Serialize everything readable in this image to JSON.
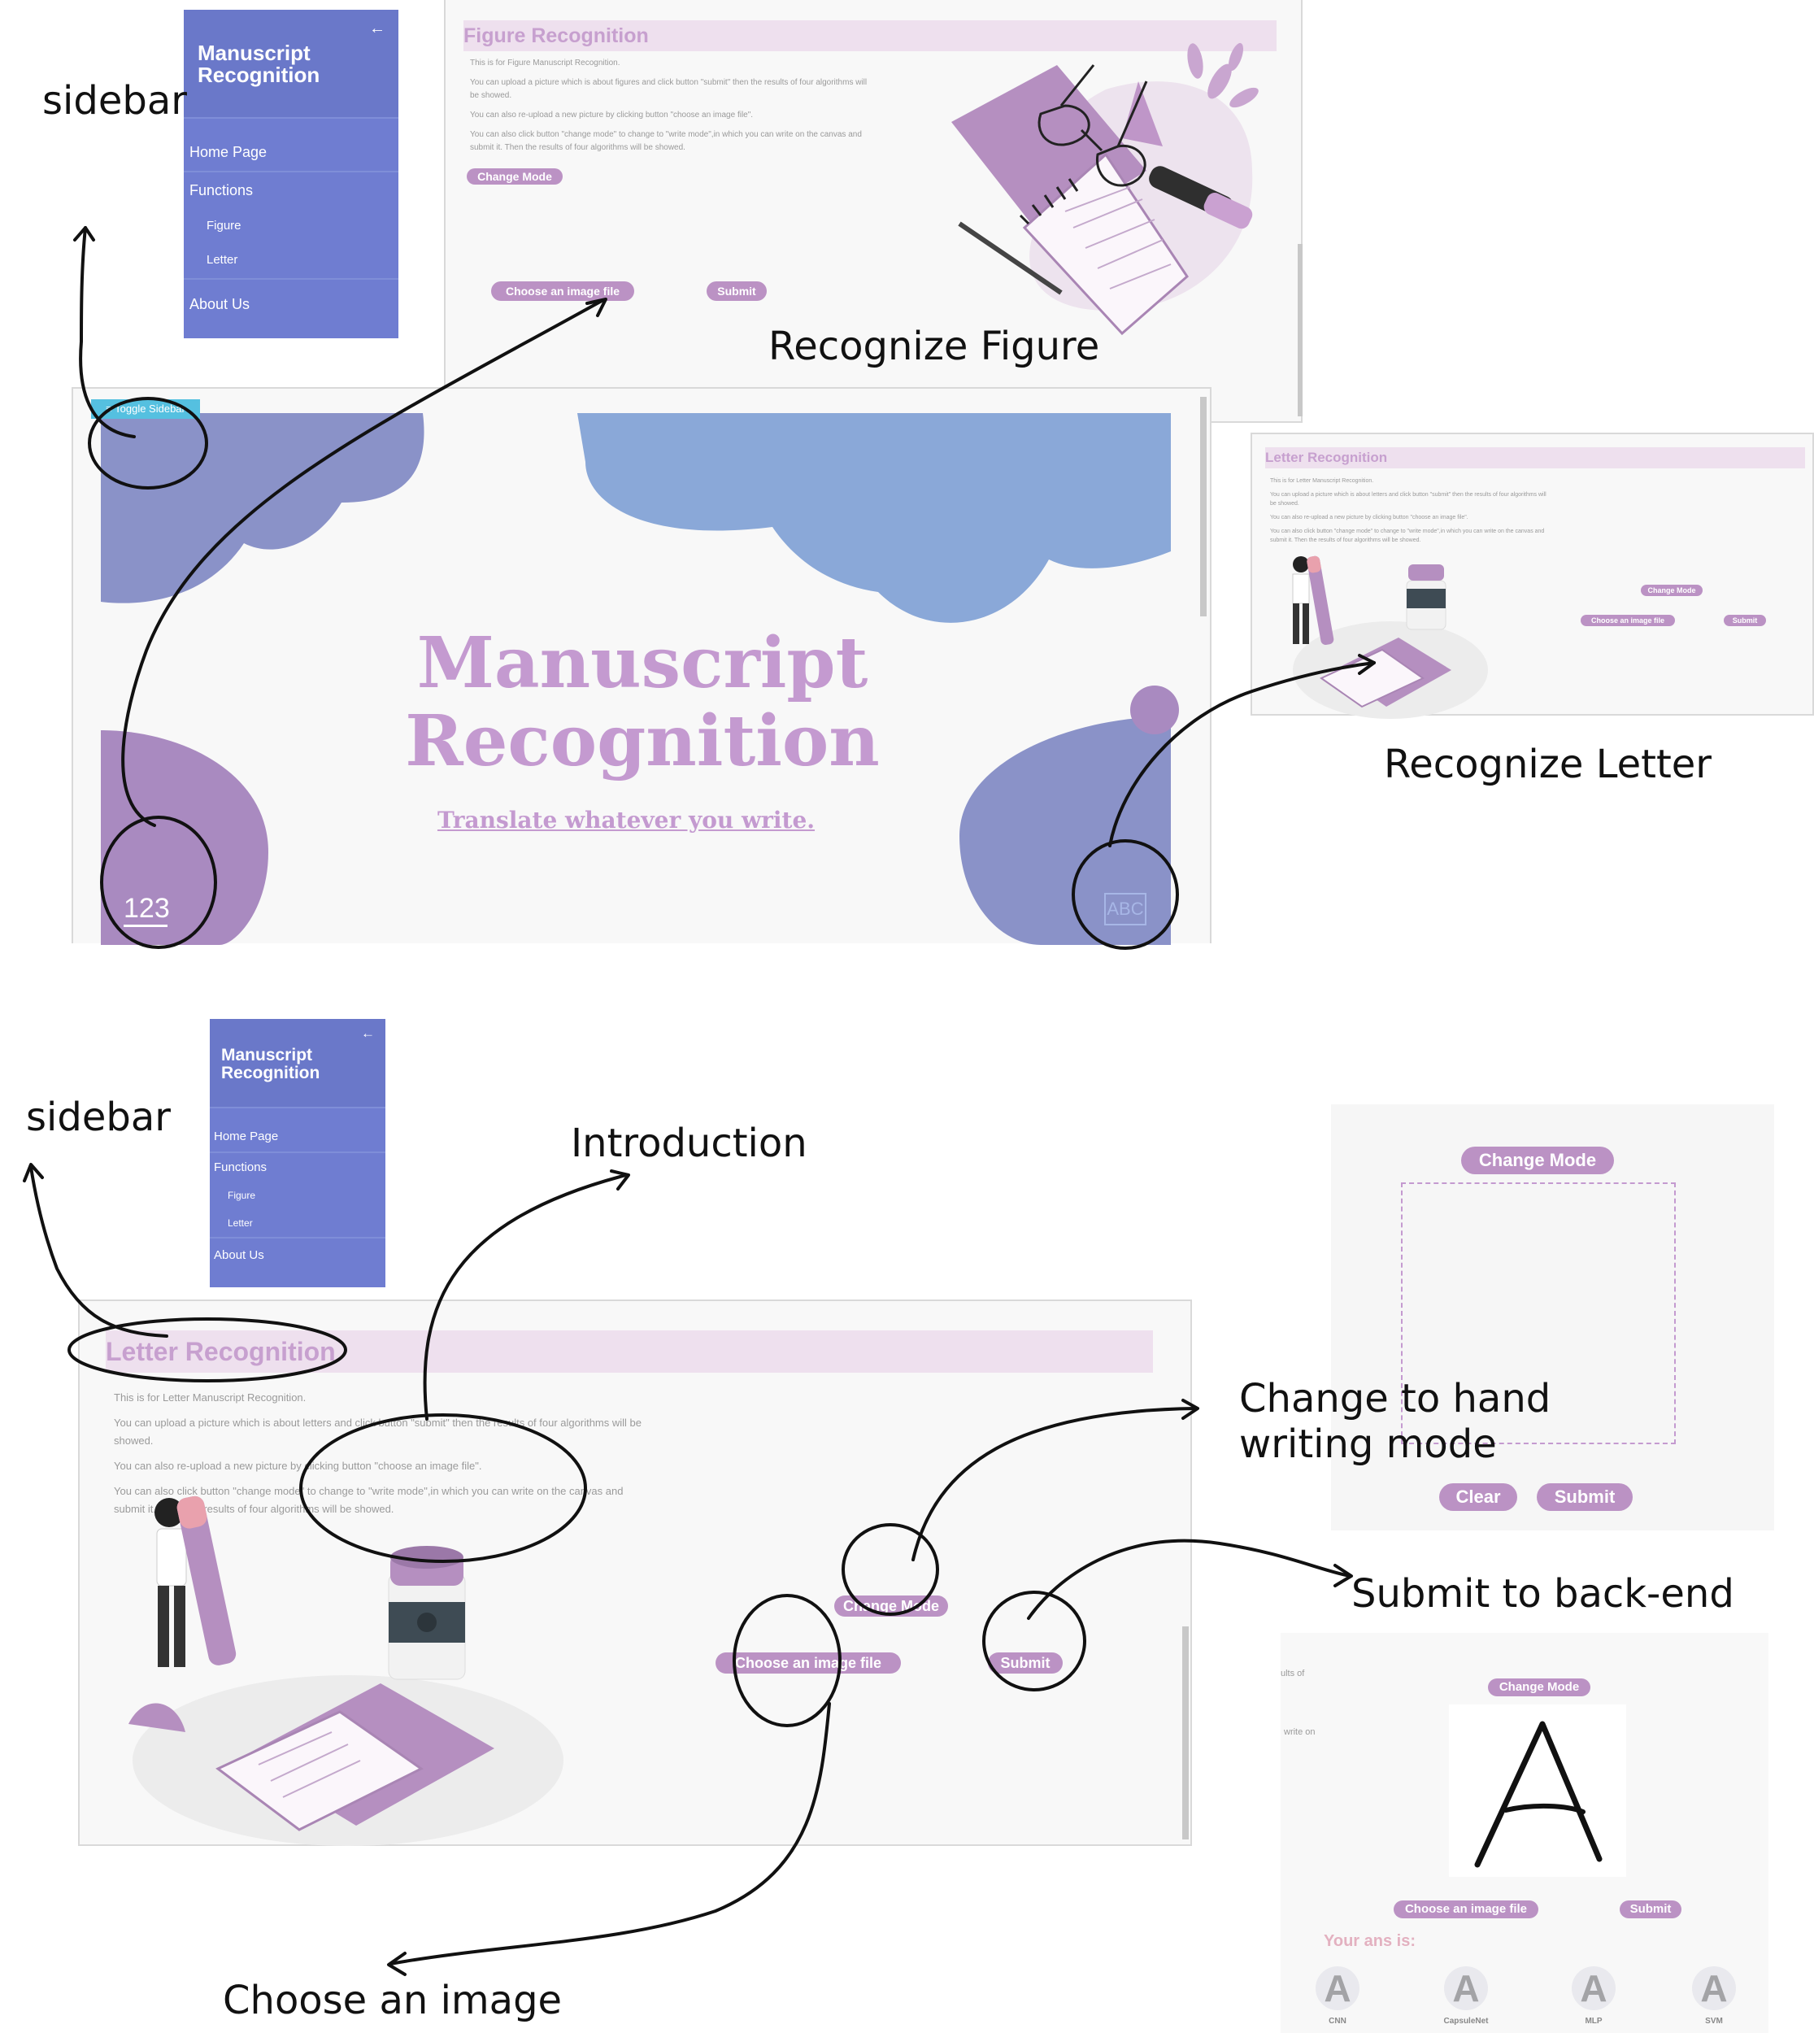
{
  "app": {
    "name": "Manuscript Recognition",
    "tagline": "Translate whatever you write."
  },
  "sidebar": {
    "title": "Manuscript Recognition",
    "items": [
      {
        "label": "Home Page"
      },
      {
        "label": "Functions"
      },
      {
        "label": "Figure"
      },
      {
        "label": "Letter"
      },
      {
        "label": "About Us"
      }
    ]
  },
  "home": {
    "toggle_label": "Toggle Sidebar",
    "left_glyph": "123",
    "right_glyph": "ABC"
  },
  "figure_page": {
    "title": "Figure Recognition",
    "intro": [
      "This is for Figure Manuscript Recognition.",
      "You can upload a picture which is about figures and click button \"submit\" then the results of four algorithms will be showed.",
      "You can also re-upload a new picture by clicking button \"choose an image file\".",
      "You can also click button \"change mode\" to change to \"write mode\",in which you can write on the canvas and submit it. Then the results of four algorithms will be showed."
    ],
    "change_mode": "Change Mode",
    "choose_file": "Choose an image file",
    "submit": "Submit"
  },
  "letter_page": {
    "title": "Letter Recognition",
    "intro": [
      "This is for Letter Manuscript Recognition.",
      "You can upload a picture which is about letters and click button \"submit\" then the results of four algorithms will be showed.",
      "You can also re-upload a new picture by clicking button \"choose an image file\".",
      "You can also click button \"change mode\" to change to \"write mode\",in which you can write on the canvas and submit it. Then the results of four algorithms will be showed."
    ],
    "change_mode": "Change Mode",
    "choose_file": "Choose an image file",
    "submit": "Submit"
  },
  "write_mode": {
    "change_mode": "Change Mode",
    "clear": "Clear",
    "submit": "Submit"
  },
  "result_panel": {
    "edge_text_1": "ults of",
    "edge_text_2": "write on",
    "change_mode": "Change Mode",
    "canvas_letter": "A",
    "choose_file": "Choose an image file",
    "submit": "Submit",
    "answer_label": "Your ans is:",
    "algorithms": [
      {
        "name": "CNN",
        "result": "A"
      },
      {
        "name": "CapsuleNet",
        "result": "A"
      },
      {
        "name": "MLP",
        "result": "A"
      },
      {
        "name": "SVM",
        "result": "A"
      }
    ]
  },
  "annotations": {
    "sidebar_top": "sidebar",
    "recognize_figure": "Recognize Figure",
    "recognize_letter": "Recognize Letter",
    "sidebar_bottom": "sidebar",
    "introduction": "Introduction",
    "change_mode_line1": "Change to hand",
    "change_mode_line2": "writing mode",
    "submit_backend": "Submit to back-end",
    "choose_image": "Choose an image"
  },
  "colors": {
    "sidebar": "#6f7dd1",
    "accent": "#bb92c4",
    "title_bar": "#eee0ee",
    "title_text": "#c7a0cf",
    "cloud_blue": "#8aa8d8",
    "cloud_indigo": "#8a92c8",
    "circle_purple": "#a98ac0",
    "toggle": "#55c0e0"
  }
}
